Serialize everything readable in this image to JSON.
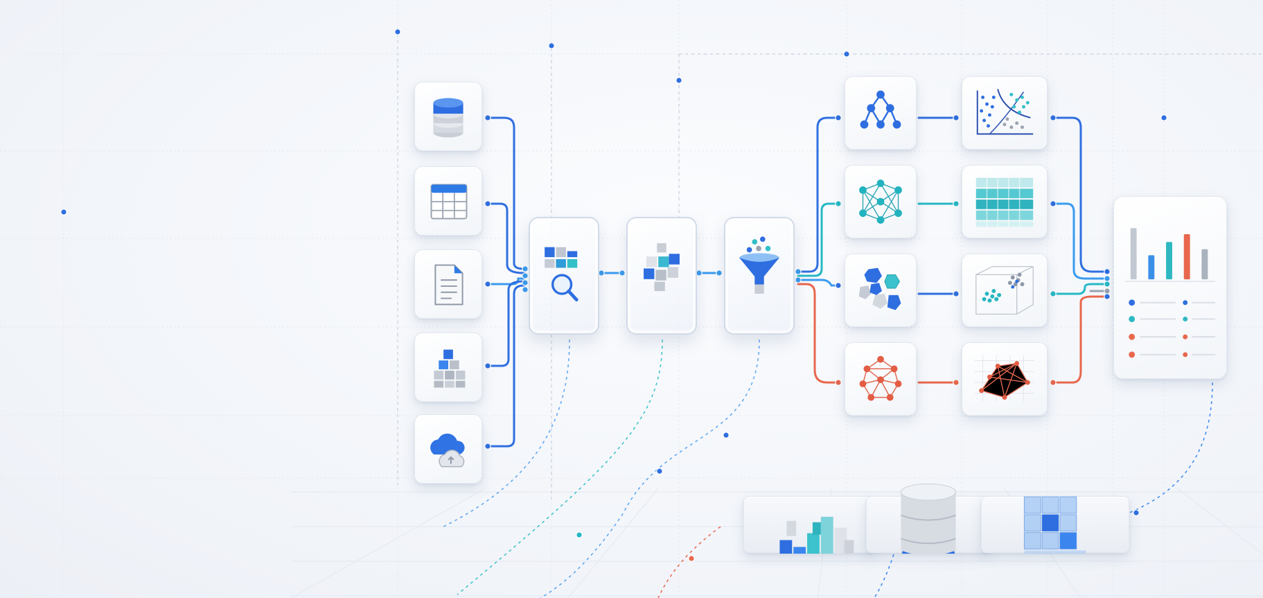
{
  "diagram": {
    "title": "",
    "colors": {
      "blue": "#2f6fe0",
      "light_blue": "#3a9bef",
      "teal": "#26b8c4",
      "orange": "#e8674d",
      "gray": "#9aa3b0",
      "background": "#f3f5f9"
    },
    "sources": [
      {
        "icon": "database-icon"
      },
      {
        "icon": "table-icon"
      },
      {
        "icon": "document-icon"
      },
      {
        "icon": "cube-stack-icon"
      },
      {
        "icon": "cloud-icon"
      }
    ],
    "pipeline": [
      {
        "icon": "explore-search-icon"
      },
      {
        "icon": "transform-cubes-icon"
      },
      {
        "icon": "filter-funnel-icon"
      }
    ],
    "models": [
      {
        "icon": "tree-network-icon",
        "color": "blue"
      },
      {
        "icon": "neural-network-icon",
        "color": "teal"
      },
      {
        "icon": "cluster-polygons-icon",
        "color": "blue"
      },
      {
        "icon": "graph-network-icon",
        "color": "orange"
      }
    ],
    "outputs": [
      {
        "icon": "scatter-classification-icon",
        "color": "blue"
      },
      {
        "icon": "heatmap-grid-icon",
        "color": "teal"
      },
      {
        "icon": "3d-cluster-icon",
        "color": "teal"
      },
      {
        "icon": "network-plot-icon",
        "color": "orange"
      }
    ],
    "dashboard": {
      "icon": "dashboard-report-icon",
      "bar_levels": [
        0.85,
        0.4,
        0.62,
        0.75,
        0.5
      ],
      "bar_colors": [
        "#c2c8d2",
        "#3a8fe8",
        "#2fb8c2",
        "#e8674d",
        "#aab2be"
      ],
      "legend_colors": [
        "#2f6fe0",
        "#2fb8c2",
        "#e8674d",
        "#e8674d"
      ]
    },
    "platforms": [
      {
        "icon": "bar-chart-3d-icon"
      },
      {
        "icon": "database-cylinder-icon"
      },
      {
        "icon": "cube-grid-icon"
      }
    ]
  }
}
